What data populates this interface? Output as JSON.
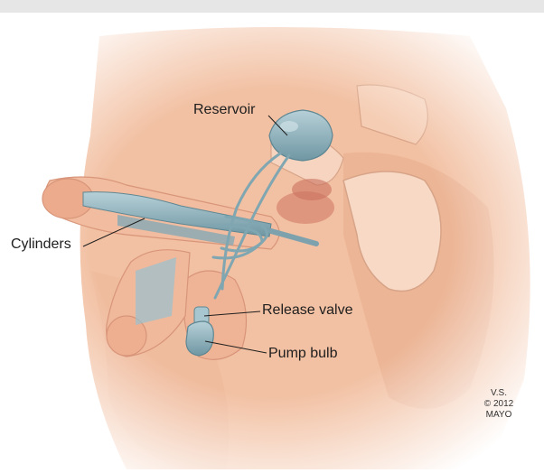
{
  "labels": {
    "reservoir": "Reservoir",
    "cylinders": "Cylinders",
    "release_valve": "Release valve",
    "pump_bulb": "Pump bulb"
  },
  "credit": {
    "line1": "V.S.",
    "line2": "© 2012",
    "line3": "MAYO"
  },
  "colors": {
    "skin": "#f3c2a3",
    "skin_shadow": "#dd9a7c",
    "device": "#8fb3bf",
    "device_dark": "#5e8793"
  }
}
